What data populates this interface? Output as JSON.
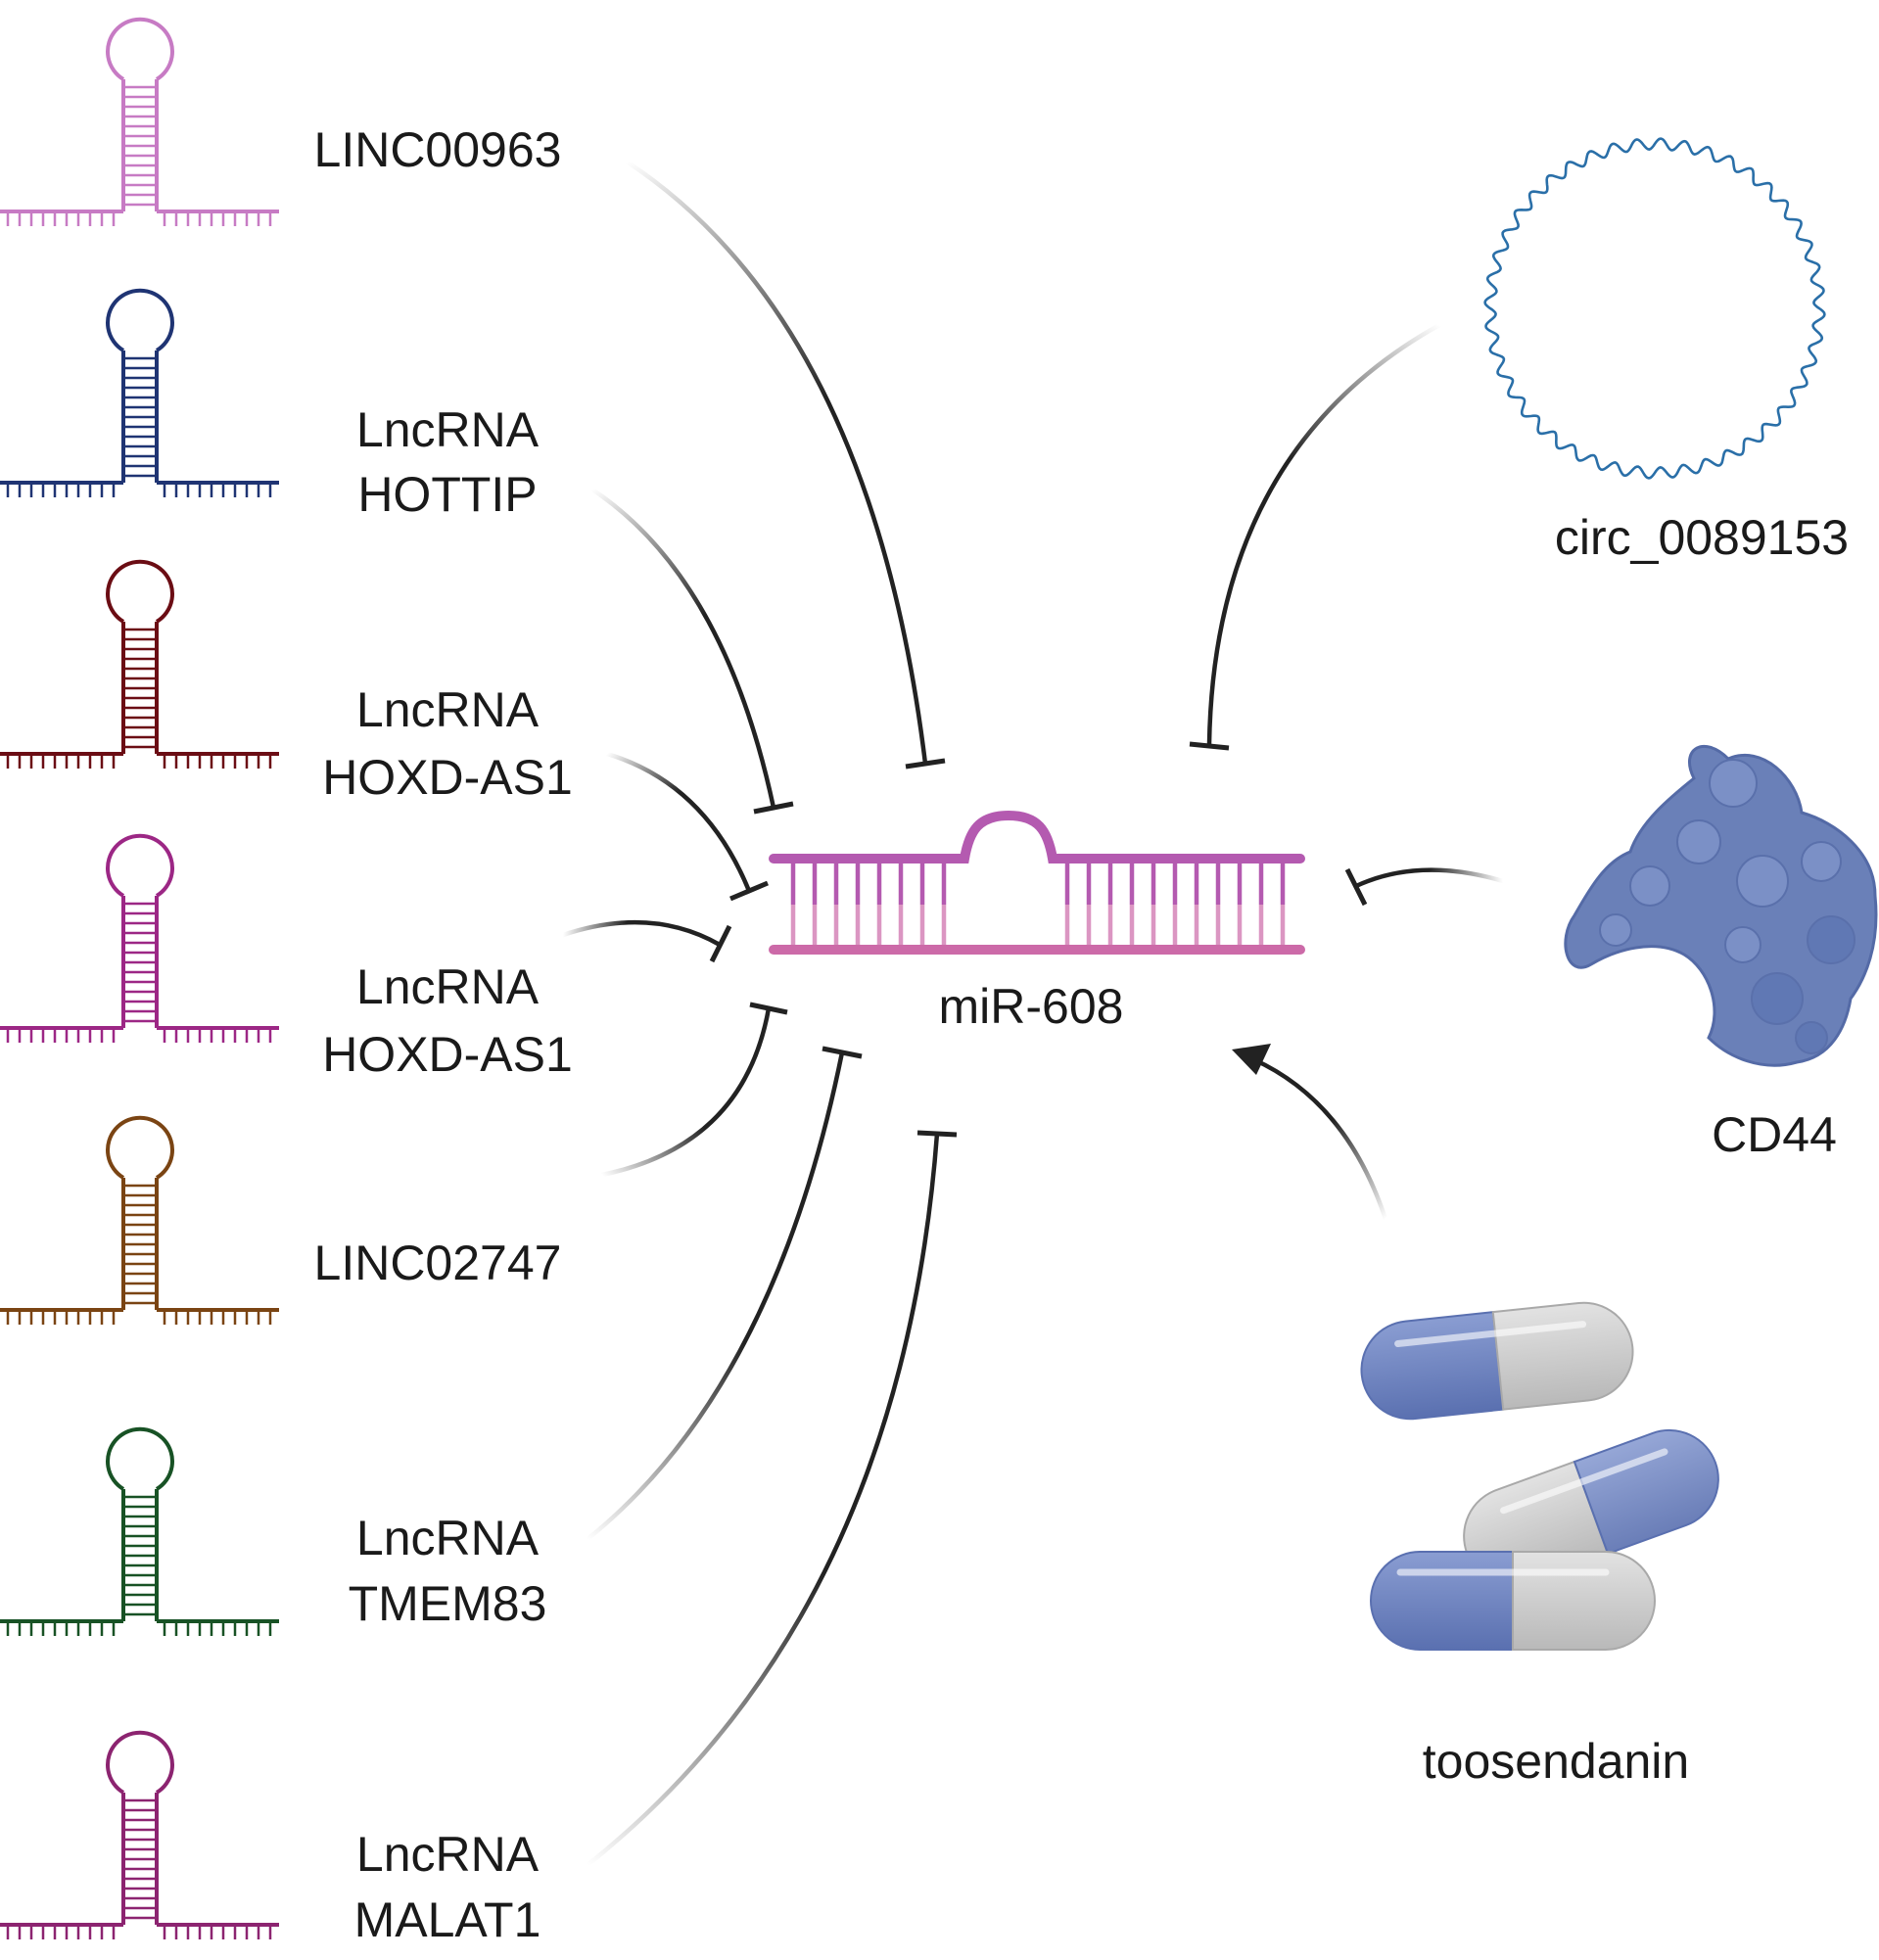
{
  "center": {
    "label": "miR-608",
    "color_top": "#b45ab0",
    "color_bottom": "#cc6aa8"
  },
  "regulators": [
    {
      "label_lines": [
        "LINC00963"
      ],
      "color": "#c77bc4",
      "interaction": "inhibit"
    },
    {
      "label_lines": [
        "LncRNA",
        "HOTTIP"
      ],
      "color": "#1f3473",
      "interaction": "inhibit"
    },
    {
      "label_lines": [
        "LncRNA",
        "HOXD-AS1"
      ],
      "color": "#6b0d14",
      "interaction": "inhibit"
    },
    {
      "label_lines": [
        "LncRNA",
        "HOXD-AS1"
      ],
      "color": "#9c2785",
      "interaction": "inhibit"
    },
    {
      "label_lines": [
        "LINC02747"
      ],
      "color": "#7a4413",
      "interaction": "inhibit"
    },
    {
      "label_lines": [
        "LncRNA",
        "TMEM83"
      ],
      "color": "#185225",
      "interaction": "inhibit"
    },
    {
      "label_lines": [
        "LncRNA",
        "MALAT1"
      ],
      "color": "#8c2470",
      "interaction": "inhibit"
    }
  ],
  "right_nodes": {
    "circ": {
      "label": "circ_0089153",
      "color": "#2a6fa8",
      "interaction": "inhibit",
      "icon": "circular-rna-icon"
    },
    "protein": {
      "label": "CD44",
      "color": "#6a80b8",
      "interaction": "inhibit",
      "icon": "protein-icon"
    },
    "drug": {
      "label": "toosendanin",
      "capsule_blue": "#7186c2",
      "capsule_gray": "#d4d4d4",
      "interaction": "activate",
      "icon": "capsule-pills-icon"
    }
  }
}
